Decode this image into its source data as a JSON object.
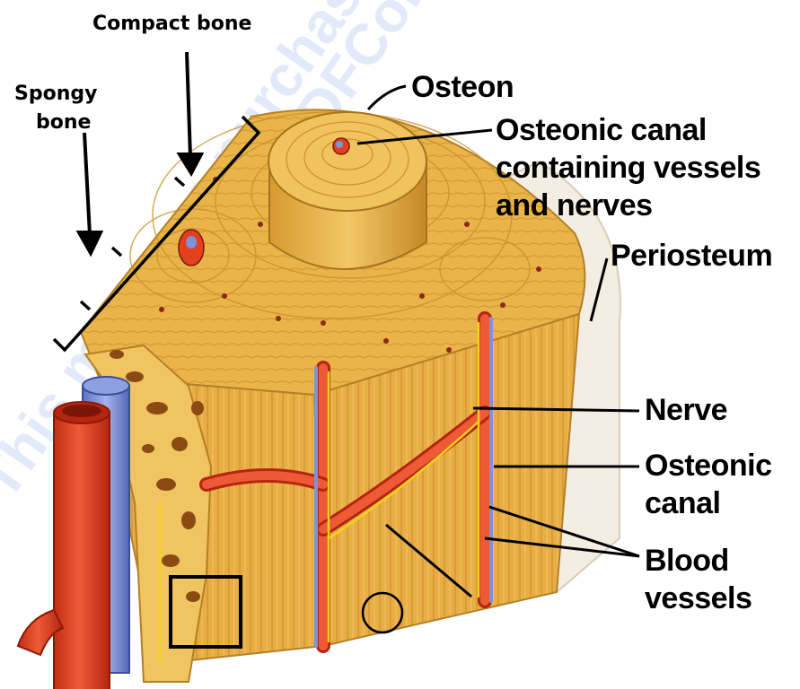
{
  "labels": {
    "compact_bone": "Compact bone",
    "spongy_bone_line1": "Spongy",
    "spongy_bone_line2": "bone",
    "osteon": "Osteon",
    "osteonic_canal_vessels_line1": "Osteonic canal",
    "osteonic_canal_vessels_line2": "containing vessels",
    "osteonic_canal_vessels_line3": "and nerves",
    "periosteum": "Periosteum",
    "nerve": "Nerve",
    "osteonic_canal_line1": "Osteonic",
    "osteonic_canal_line2": "canal",
    "blood_vessels_line1": "Blood",
    "blood_vessels_line2": "vessels"
  },
  "watermark": "This message ... purchase ... www.SmartPDFConverter",
  "colors": {
    "bone": "#e8b449",
    "bone_light": "#f2cb6a",
    "bone_dark": "#c98f2a",
    "artery": "#e2401f",
    "vein": "#7f93d8",
    "nerve": "#f5d21c",
    "label_line": "#000000",
    "periosteum": "#f3ede2"
  }
}
